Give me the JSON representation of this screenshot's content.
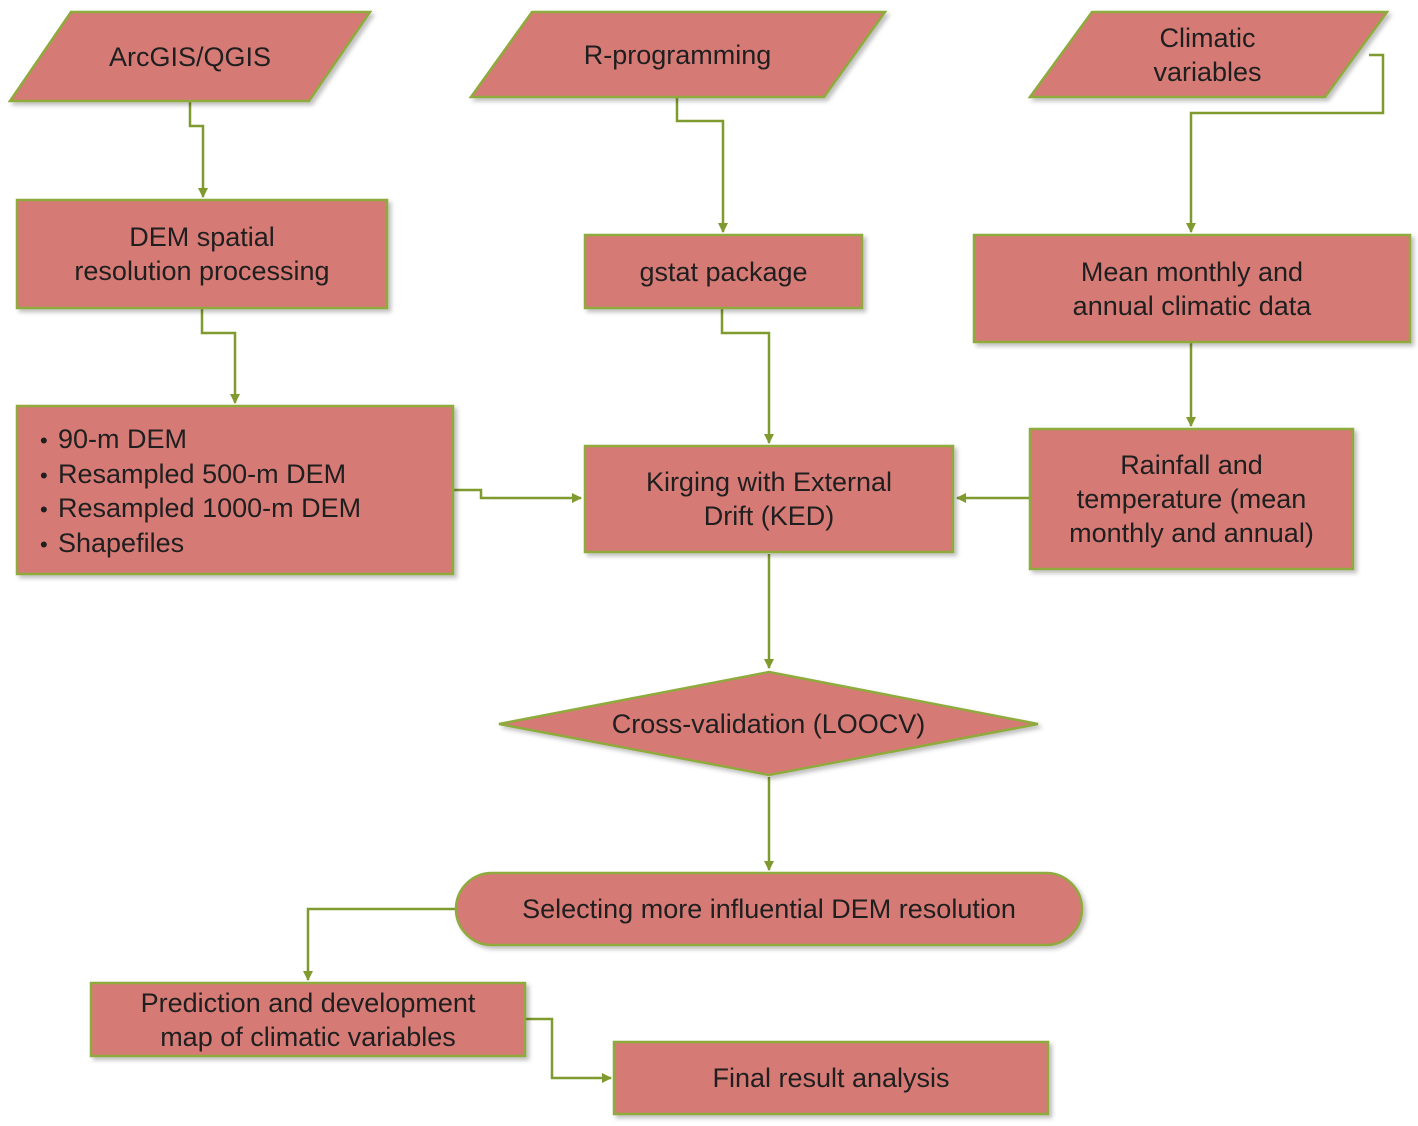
{
  "colors": {
    "node_fill": "#d67a76",
    "node_stroke": "#8faa3c",
    "arrow": "#7f9a2e",
    "text": "#1f1f1f"
  },
  "nodes": {
    "arcgis": "ArcGIS/QGIS",
    "rprog": "R-programming",
    "climatic": "Climatic\nvariables",
    "dem_processing": "DEM spatial\nresolution processing",
    "gstat": "gstat package",
    "mean_monthly": "Mean monthly and\nannual climatic data",
    "dem_list": [
      "90-m DEM",
      "Resampled 500-m DEM",
      "Resampled 1000-m DEM",
      "Shapefiles"
    ],
    "ked": "Kirging with External\nDrift (KED)",
    "rain_temp": "Rainfall and\ntemperature (mean\nmonthly and annual)",
    "cross_validation": "Cross-validation (LOOCV)",
    "selecting": "Selecting more influential DEM resolution",
    "prediction": "Prediction and development\nmap of climatic variables",
    "final": "Final result analysis"
  }
}
